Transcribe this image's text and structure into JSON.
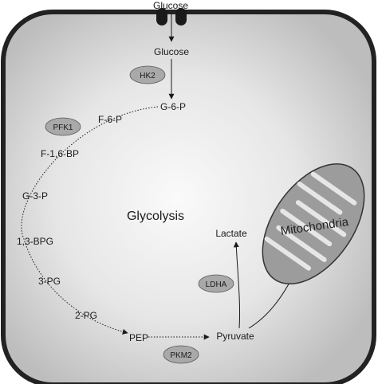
{
  "title": "Glycolysis",
  "glucose_outside": "Glucose",
  "metabolites": {
    "glucose": "Glucose",
    "g6p": "G-6-P",
    "f6p": "F-6-P",
    "f16bp": "F-1,6-BP",
    "g3p": "G-3-P",
    "bpg13": "1,3-BPG",
    "pg3": "3-PG",
    "pg2": "2-PG",
    "pep": "PEP",
    "pyruvate": "Pyruvate",
    "lactate": "Lactate"
  },
  "enzymes": {
    "hk2": "HK2",
    "pfk1": "PFK1",
    "ldha": "LDHA",
    "pkm2": "PKM2"
  },
  "organelle": "Mitochondria",
  "colors": {
    "cell_border": "#222222",
    "cell_center": "#fafafa",
    "cell_edge": "#bdbdbd",
    "enzyme_fill": "#a9a9a9",
    "mito_fill": "#9c9c9c",
    "transporter": "#1a1a1a"
  }
}
